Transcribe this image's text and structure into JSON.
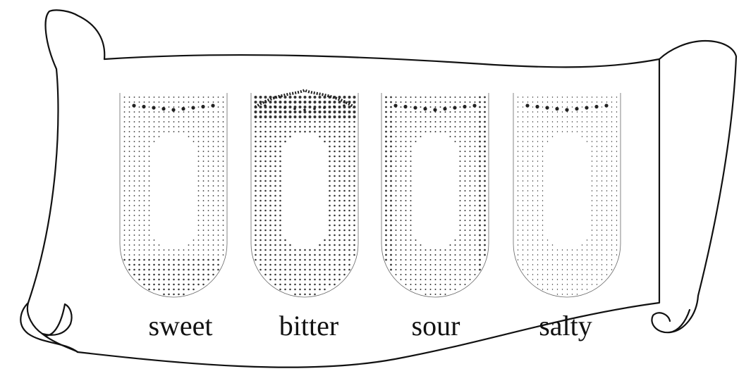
{
  "tongues": [
    {
      "key": "sweet",
      "label": "sweet"
    },
    {
      "key": "bitter",
      "label": "bitter"
    },
    {
      "key": "sour",
      "label": "sour"
    },
    {
      "key": "salty",
      "label": "salty"
    }
  ],
  "colors": {
    "ink": "#111111",
    "paper": "#ffffff",
    "dot": "#333333"
  }
}
